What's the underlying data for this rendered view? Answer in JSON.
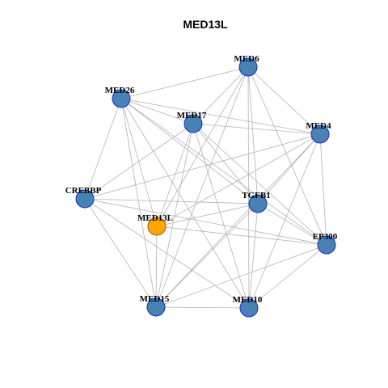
{
  "title": "MED13L",
  "colors": {
    "default_fill": "#4682b4",
    "default_stroke": "#1a2bcc",
    "focus_fill": "#ffa500",
    "focus_stroke": "#a15c00",
    "edge": "#b3b3b3"
  },
  "nodes": [
    {
      "id": "MED6",
      "label": "MED6",
      "focus": false
    },
    {
      "id": "MED26",
      "label": "MED26",
      "focus": false
    },
    {
      "id": "MED17",
      "label": "MED17",
      "focus": false
    },
    {
      "id": "MED4",
      "label": "MED4",
      "focus": false
    },
    {
      "id": "CREBBP",
      "label": "CREBBP",
      "focus": false
    },
    {
      "id": "TGFB1",
      "label": "TGFB1",
      "focus": false
    },
    {
      "id": "MED13L",
      "label": "MED13L",
      "focus": true
    },
    {
      "id": "EP300",
      "label": "EP300",
      "focus": false
    },
    {
      "id": "MED15",
      "label": "MED15",
      "focus": false
    },
    {
      "id": "MED10",
      "label": "MED10",
      "focus": false
    }
  ],
  "edges": [
    [
      "MED6",
      "MED26"
    ],
    [
      "MED6",
      "MED17"
    ],
    [
      "MED6",
      "MED4"
    ],
    [
      "MED6",
      "TGFB1"
    ],
    [
      "MED6",
      "EP300"
    ],
    [
      "MED6",
      "MED15"
    ],
    [
      "MED6",
      "MED10"
    ],
    [
      "MED6",
      "MED13L"
    ],
    [
      "MED26",
      "MED17"
    ],
    [
      "MED26",
      "MED4"
    ],
    [
      "MED26",
      "CREBBP"
    ],
    [
      "MED26",
      "TGFB1"
    ],
    [
      "MED26",
      "EP300"
    ],
    [
      "MED26",
      "MED15"
    ],
    [
      "MED26",
      "MED10"
    ],
    [
      "MED26",
      "MED13L"
    ],
    [
      "MED17",
      "MED4"
    ],
    [
      "MED17",
      "CREBBP"
    ],
    [
      "MED17",
      "TGFB1"
    ],
    [
      "MED17",
      "EP300"
    ],
    [
      "MED17",
      "MED15"
    ],
    [
      "MED17",
      "MED10"
    ],
    [
      "MED17",
      "MED13L"
    ],
    [
      "MED4",
      "CREBBP"
    ],
    [
      "MED4",
      "TGFB1"
    ],
    [
      "MED4",
      "EP300"
    ],
    [
      "MED4",
      "MED15"
    ],
    [
      "MED4",
      "MED10"
    ],
    [
      "MED4",
      "MED13L"
    ],
    [
      "CREBBP",
      "TGFB1"
    ],
    [
      "CREBBP",
      "EP300"
    ],
    [
      "CREBBP",
      "MED15"
    ],
    [
      "CREBBP",
      "MED10"
    ],
    [
      "TGFB1",
      "EP300"
    ],
    [
      "TGFB1",
      "MED15"
    ],
    [
      "TGFB1",
      "MED10"
    ],
    [
      "TGFB1",
      "MED13L"
    ],
    [
      "MED13L",
      "EP300"
    ],
    [
      "MED13L",
      "MED15"
    ],
    [
      "EP300",
      "MED15"
    ],
    [
      "EP300",
      "MED10"
    ],
    [
      "MED15",
      "MED10"
    ]
  ]
}
